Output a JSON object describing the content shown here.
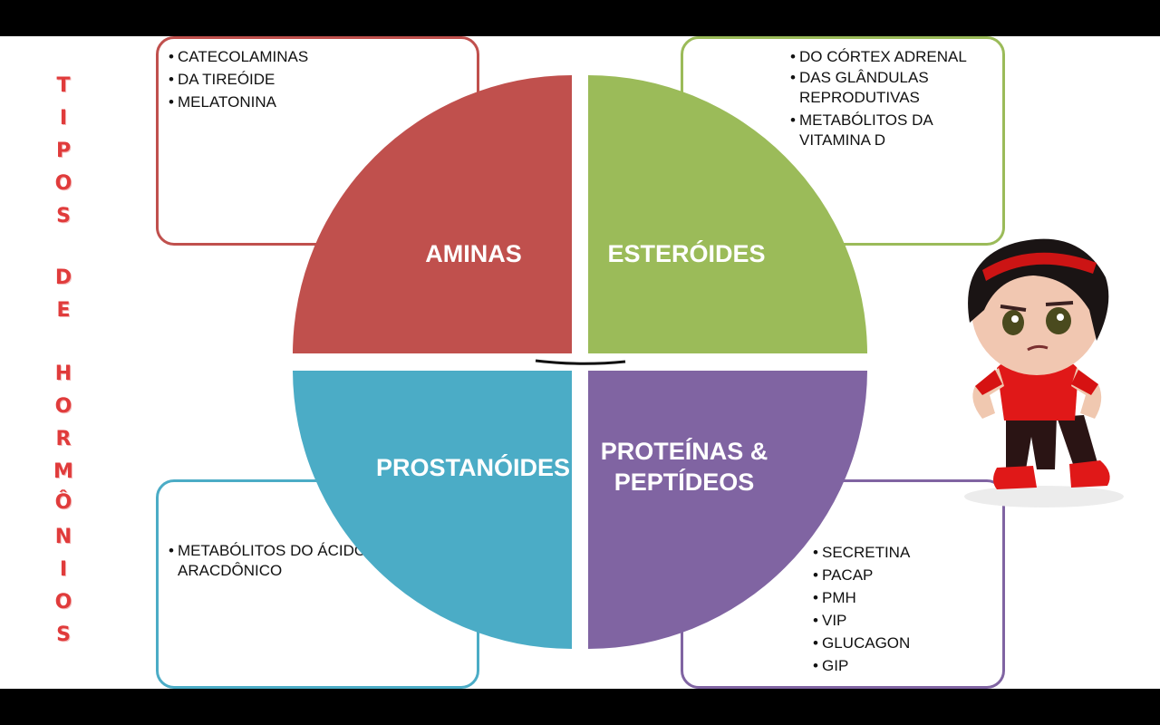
{
  "title_vertical": [
    "T",
    "I",
    "P",
    "O",
    "S",
    "",
    "D",
    "E",
    "",
    "H",
    "O",
    "R",
    "M",
    "Ô",
    "N",
    "I",
    "O",
    "S"
  ],
  "quadrants": {
    "aminas": {
      "label": "AMINAS",
      "color": "#c0504d",
      "items": [
        "CATECOLAMINAS",
        "DA TIREÓIDE",
        "MELATONINA"
      ]
    },
    "esteroides": {
      "label": "ESTERÓIDES",
      "color": "#9bbb59",
      "items": [
        "DO CÓRTEX ADRENAL",
        "DAS GLÂNDULAS REPRODUTIVAS",
        "METABÓLITOS DA VITAMINA D"
      ]
    },
    "prostanoides": {
      "label": "PROSTANÓIDES",
      "color": "#4bacc6",
      "items": [
        "METABÓLITOS DO ÁCIDO ARACDÔNICO"
      ]
    },
    "proteinas": {
      "label_line1": "PROTEÍNAS &",
      "label_line2": "PEPTÍDEOS",
      "color": "#8064a2",
      "items": [
        "SECRETINA",
        "PACAP",
        "PMH",
        "VIP",
        "GLUCAGON",
        "GIP"
      ]
    }
  },
  "icons": {
    "character": "cartoon-boy-icon"
  }
}
